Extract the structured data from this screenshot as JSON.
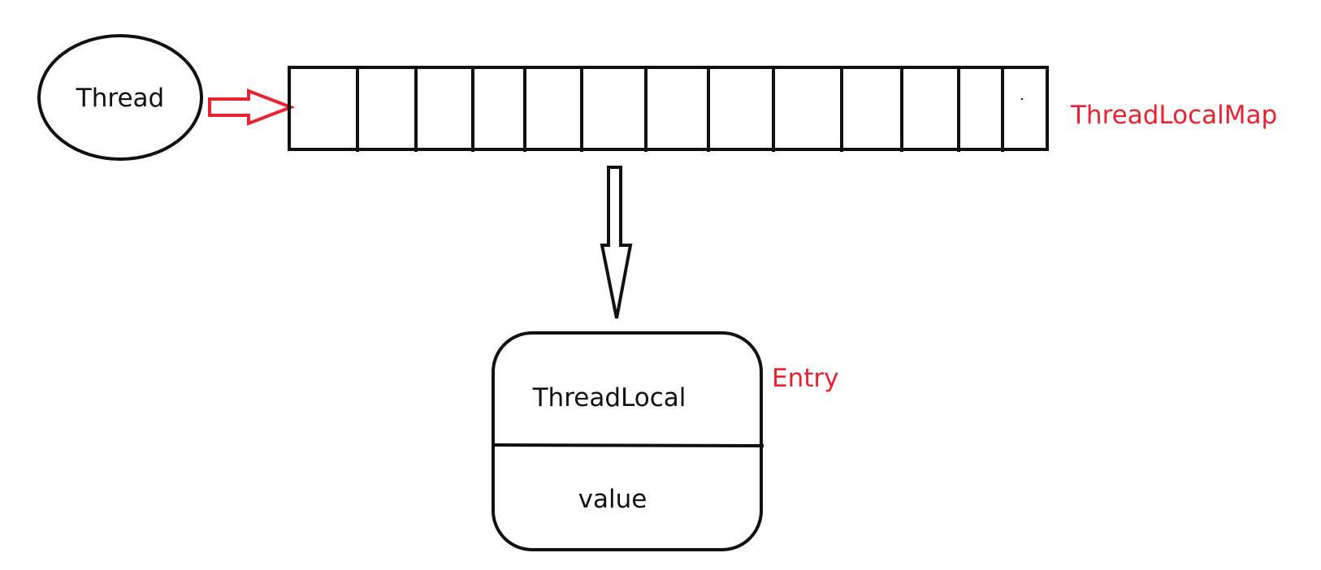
{
  "nodes": {
    "thread": {
      "label": "Thread"
    },
    "map": {
      "label": "ThreadLocalMap",
      "slot_count": 13
    },
    "entry": {
      "label": "Entry",
      "key_label": "ThreadLocal",
      "value_label": "value"
    }
  },
  "colors": {
    "stroke": "#111111",
    "accent": "#e8232f",
    "background": "#ffffff"
  }
}
